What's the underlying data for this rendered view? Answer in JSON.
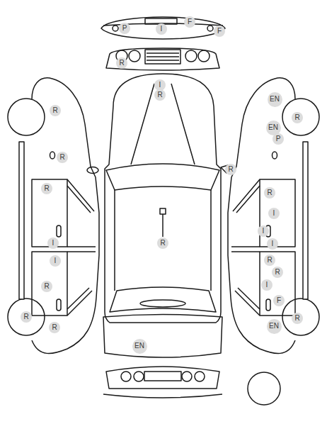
{
  "diagram": {
    "nodes": [
      {
        "text": [
          "P"
        ]
      },
      {
        "text": [
          "I"
        ]
      },
      {
        "text": [
          "F"
        ]
      },
      {
        "text": [
          "F"
        ]
      },
      {
        "text": [
          "R"
        ]
      },
      {
        "text": [
          "I"
        ]
      },
      {
        "text": [
          "R"
        ]
      },
      {
        "text": [
          "EN"
        ]
      },
      {
        "text": [
          "R"
        ]
      },
      {
        "text": [
          "R"
        ]
      },
      {
        "text": [
          "EN"
        ]
      },
      {
        "text": [
          "P"
        ]
      },
      {
        "text": [
          "R"
        ]
      },
      {
        "text": [
          "R"
        ]
      },
      {
        "text": [
          "R"
        ]
      },
      {
        "text": [
          "R"
        ]
      },
      {
        "text": [
          "I"
        ]
      },
      {
        "text": [
          "I"
        ]
      },
      {
        "text": [
          "I"
        ]
      },
      {
        "text": [
          "R"
        ]
      },
      {
        "text": [
          "I"
        ]
      },
      {
        "text": [
          "R"
        ]
      },
      {
        "text": [
          "I"
        ]
      },
      {
        "text": [
          "R"
        ]
      },
      {
        "text": [
          "R"
        ]
      },
      {
        "text": [
          "I"
        ]
      },
      {
        "text": [
          "F"
        ]
      },
      {
        "text": [
          "R"
        ]
      },
      {
        "text": [
          "R"
        ]
      },
      {
        "text": [
          "EN"
        ]
      },
      {
        "text": [
          "R"
        ]
      },
      {
        "text": [
          "EN"
        ]
      }
    ]
  }
}
